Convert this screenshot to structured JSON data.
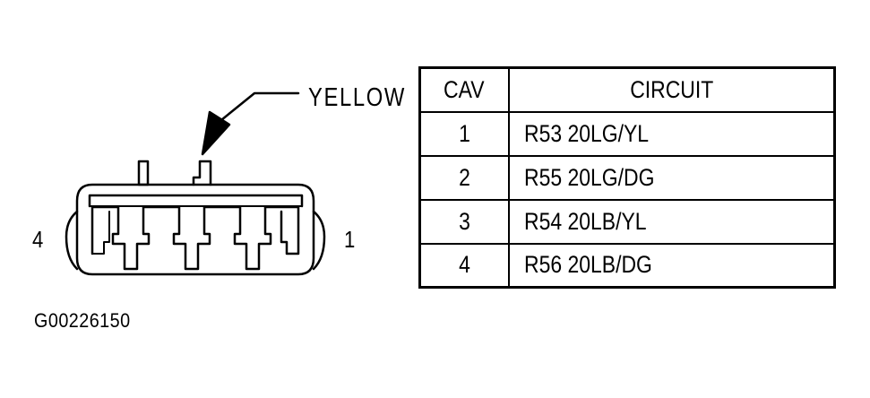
{
  "connector": {
    "callout_label": "YELLOW",
    "pin_left_label": "4",
    "pin_right_label": "1"
  },
  "figure_id": "G00226150",
  "table": {
    "headers": {
      "cav": "CAV",
      "circuit": "CIRCUIT"
    },
    "rows": [
      {
        "cav": "1",
        "circuit": "R53 20LG/YL"
      },
      {
        "cav": "2",
        "circuit": "R55 20LG/DG"
      },
      {
        "cav": "3",
        "circuit": "R54 20LB/YL"
      },
      {
        "cav": "4",
        "circuit": "R56 20LB/DG"
      }
    ]
  },
  "colors": {
    "line": "#000000",
    "background": "#ffffff"
  }
}
